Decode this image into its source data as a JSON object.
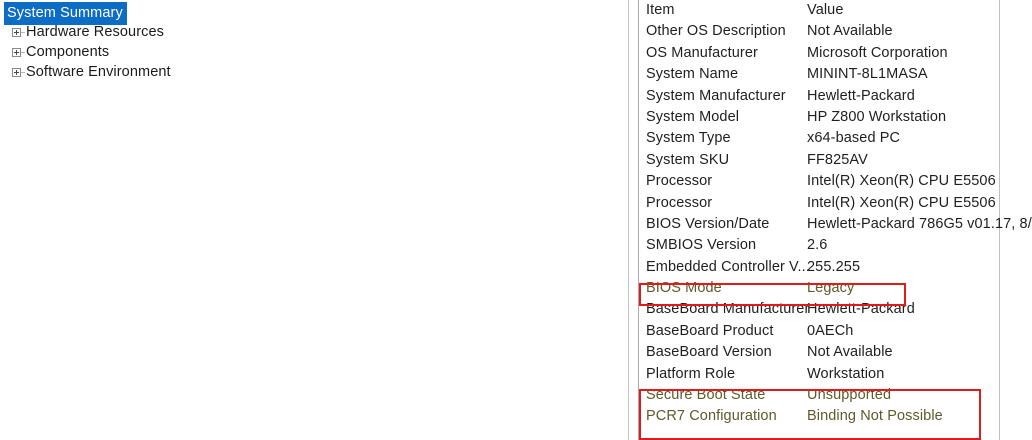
{
  "tree": {
    "selected_label": "System Summary",
    "nodes": [
      {
        "label": "System Summary",
        "selected": true,
        "expandable": false
      },
      {
        "label": "Hardware Resources",
        "selected": false,
        "expandable": true
      },
      {
        "label": "Components",
        "selected": false,
        "expandable": true
      },
      {
        "label": "Software Environment",
        "selected": false,
        "expandable": true
      }
    ]
  },
  "details": {
    "header": {
      "item": "Item",
      "value": "Value"
    },
    "rows": [
      {
        "item": "Item",
        "value": "Value",
        "flagged": false
      },
      {
        "item": "Other OS Description",
        "value": "Not Available",
        "flagged": false
      },
      {
        "item": "OS Manufacturer",
        "value": "Microsoft Corporation",
        "flagged": false
      },
      {
        "item": "System Name",
        "value": "MININT-8L1MASA",
        "flagged": false
      },
      {
        "item": "System Manufacturer",
        "value": "Hewlett-Packard",
        "flagged": false
      },
      {
        "item": "System Model",
        "value": "HP Z800 Workstation",
        "flagged": false
      },
      {
        "item": "System Type",
        "value": "x64-based PC",
        "flagged": false
      },
      {
        "item": "System SKU",
        "value": "FF825AV",
        "flagged": false
      },
      {
        "item": "Processor",
        "value": "Intel(R) Xeon(R) CPU          E5506",
        "flagged": false
      },
      {
        "item": "Processor",
        "value": "Intel(R) Xeon(R) CPU          E5506",
        "flagged": false
      },
      {
        "item": "BIOS Version/Date",
        "value": "Hewlett-Packard 786G5 v01.17, 8/",
        "flagged": false
      },
      {
        "item": "SMBIOS Version",
        "value": "2.6",
        "flagged": false
      },
      {
        "item": "Embedded Controller V...",
        "value": "255.255",
        "flagged": false
      },
      {
        "item": "BIOS Mode",
        "value": "Legacy",
        "flagged": true
      },
      {
        "item": "BaseBoard Manufacturer",
        "value": "Hewlett-Packard",
        "flagged": false
      },
      {
        "item": "BaseBoard Product",
        "value": "0AECh",
        "flagged": false
      },
      {
        "item": "BaseBoard Version",
        "value": "Not Available",
        "flagged": false
      },
      {
        "item": "Platform Role",
        "value": "Workstation",
        "flagged": false
      },
      {
        "item": "Secure Boot State",
        "value": "Unsupported",
        "flagged": true
      },
      {
        "item": "PCR7 Configuration",
        "value": "Binding Not Possible",
        "flagged": true
      }
    ]
  },
  "annotations": {
    "color": "#e01b1b",
    "boxes": [
      {
        "name": "bios-mode-highlight",
        "target": "BIOS Mode"
      },
      {
        "name": "secure-boot-highlight",
        "target": "Secure Boot State / PCR7 Configuration"
      }
    ]
  },
  "colors": {
    "selection": "#0d6cc4",
    "selection_text": "#ffffff",
    "text": "#1f1f1f",
    "flagged_text": "#5f5a2b",
    "annotation": "#e01b1b",
    "panel_background": "#ffffff",
    "border": "#a9a9a9"
  }
}
